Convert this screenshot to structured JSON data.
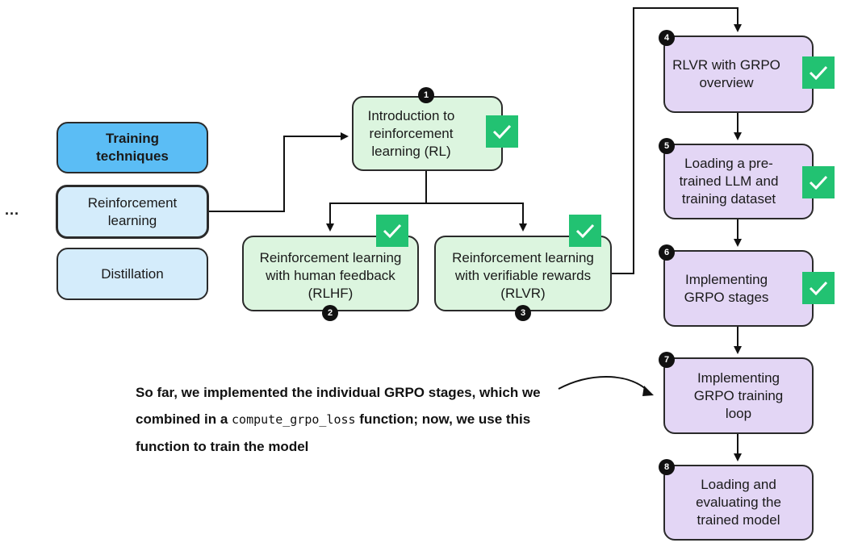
{
  "ellipsis": "...",
  "sidebar": {
    "training_techniques": "Training\ntechniques",
    "reinforcement_learning": "Reinforcement\nlearning",
    "distillation": "Distillation"
  },
  "nodes": {
    "intro": {
      "number": "1",
      "label": "Introduction to\nreinforcement\nlearning (RL)"
    },
    "rlhf": {
      "number": "2",
      "label": "Reinforcement learning\nwith human feedback\n(RLHF)"
    },
    "rlvr": {
      "number": "3",
      "label": "Reinforcement learning\nwith verifiable rewards\n(RLVR)"
    },
    "grpo_overview": {
      "number": "4",
      "label": "RLVR with GRPO\noverview"
    },
    "loading": {
      "number": "5",
      "label": "Loading a pre-\ntrained LLM and\ntraining dataset"
    },
    "stages": {
      "number": "6",
      "label": "Implementing\nGRPO stages"
    },
    "training_loop": {
      "number": "7",
      "label": "Implementing\nGRPO training\nloop"
    },
    "evaluating": {
      "number": "8",
      "label": "Loading and\nevaluating the\ntrained model"
    }
  },
  "note": {
    "part1": "So far, we implemented the individual GRPO stages, which we combined in a ",
    "code": "compute_grpo_loss",
    "part2": " function; now, we use this function to train the model"
  },
  "colors": {
    "completed_check": "#22c272",
    "dark_blue": "#5bbdf5",
    "light_blue": "#d4ecfb",
    "green": "#dcf5df",
    "purple": "#e3d6f5"
  }
}
